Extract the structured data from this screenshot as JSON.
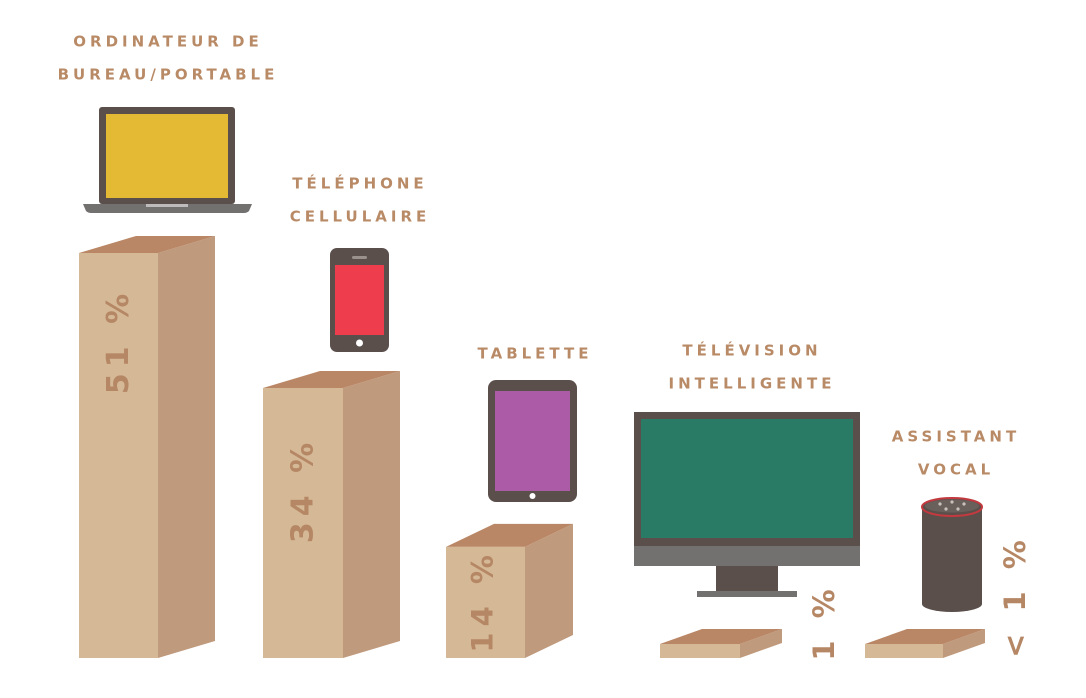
{
  "colors": {
    "label": "#B98A66",
    "box_front": "#D5B896",
    "box_side": "#C09A7D",
    "box_top": "#B98766",
    "value_text": "#B58765",
    "device_dark": "#5A4F4B",
    "device_grey": "#737070",
    "laptop_screen": "#E4BA35",
    "phone_screen": "#EE3E4E",
    "tablet_screen": "#AC5BA6",
    "tv_screen": "#2A7B66",
    "speaker_ring": "#C23A3F"
  },
  "chart_data": {
    "type": "bar",
    "title": "",
    "xlabel": "",
    "ylabel": "",
    "ylim": [
      0,
      51
    ],
    "categories": [
      "ORDINATEUR DE BUREAU/PORTABLE",
      "TÉLÉPHONE CELLULAIRE",
      "TABLETTE",
      "TÉLÉVISION INTELLIGENTE",
      "ASSISTANT VOCAL"
    ],
    "category_lines": [
      [
        "ORDINATEUR DE",
        "BUREAU/PORTABLE"
      ],
      [
        "TÉLÉPHONE",
        "CELLULAIRE"
      ],
      [
        "TABLETTE"
      ],
      [
        "TÉLÉVISION",
        "INTELLIGENTE"
      ],
      [
        "ASSISTANT",
        "VOCAL"
      ]
    ],
    "values": [
      51,
      34,
      14,
      1,
      0.5
    ],
    "value_labels": [
      "51 %",
      "34 %",
      "14 %",
      "1 %",
      "< 1 %"
    ],
    "icons": [
      "laptop-icon",
      "smartphone-icon",
      "tablet-icon",
      "smart-tv-icon",
      "smart-speaker-icon"
    ]
  }
}
